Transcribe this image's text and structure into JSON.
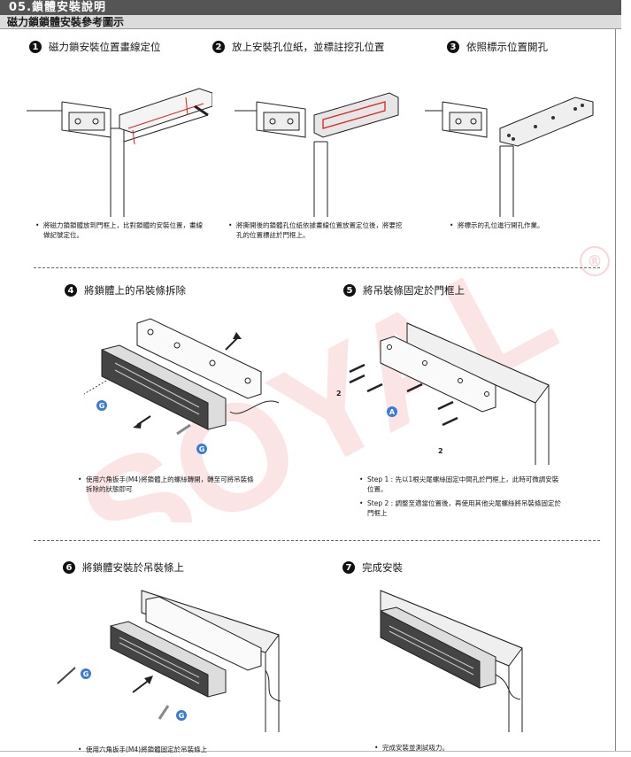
{
  "header": {
    "title": "05.鎖體安裝說明",
    "subtitle": "磁力鎖鎖體安裝參考圖示"
  },
  "steps": [
    {
      "num": "1",
      "title": "磁力鎖安裝位置畫線定位",
      "bullets": [
        "將磁力鎖鎖體放到門框上，比對鎖體的安裝位置，畫線做記號定位。"
      ]
    },
    {
      "num": "2",
      "title": "放上安裝孔位紙，並標註挖孔位置",
      "bullets": [
        "將撕開後的鎖體孔位紙依據畫線位置放置定位後，將要挖孔的位置標註於門框上。"
      ]
    },
    {
      "num": "3",
      "title": "依照標示位置開孔",
      "bullets": [
        "將標示的孔位進行開孔作業。"
      ]
    },
    {
      "num": "4",
      "title": "將鎖體上的吊裝條拆除",
      "bullets": [
        "使用六角扳手(M4)將鎖體上的螺絲轉開，轉至可將吊裝條拆除的狀態即可"
      ]
    },
    {
      "num": "5",
      "title": "將吊裝條固定於門框上",
      "bullets": [
        "Step 1 : 先以1根尖尾螺絲固定中間孔於門框上，此時可微調安裝位置。",
        "Step 2 : 調整至適當位置後，再使用其他尖尾螺絲將吊裝條固定於門框上"
      ]
    },
    {
      "num": "6",
      "title": "將鎖體安裝於吊裝條上",
      "bullets": [
        "使用六角扳手(M4)將鎖體固定於吊裝條上"
      ]
    },
    {
      "num": "7",
      "title": "完成安裝",
      "bullets": [
        "完成安裝並測試吸力。"
      ]
    }
  ],
  "figure_labels": {
    "g": "G",
    "a": "A",
    "two": "2"
  },
  "watermark": {
    "text": "SOYAL",
    "mark": "®",
    "color": "#e02020"
  }
}
